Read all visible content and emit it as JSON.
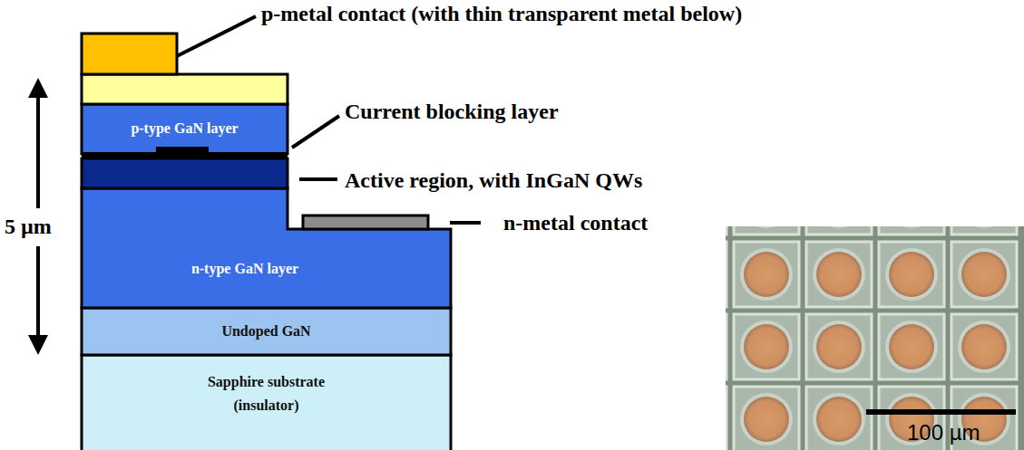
{
  "diagram": {
    "nodes": [
      {
        "text": [
          "p-type GaN layer"
        ]
      },
      {
        "text": [
          "n-type GaN layer"
        ]
      },
      {
        "text": [
          "Undoped GaN"
        ]
      },
      {
        "text": [
          "Sapphire substrate (insulator)"
        ]
      }
    ],
    "labels": [
      "p-metal contact (with thin transparent metal below)",
      "Current blocking layer",
      "Active region, with InGaN QWs",
      "n-metal contact",
      "5 µm",
      "100 µm"
    ]
  }
}
